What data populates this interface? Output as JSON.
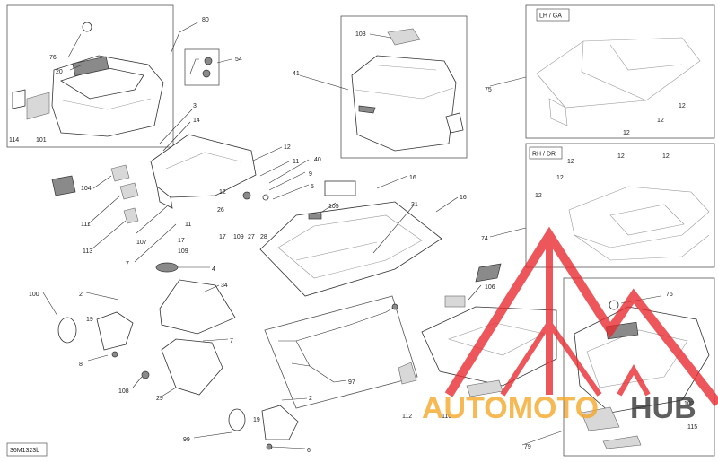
{
  "diagram": {
    "code": "36M1323b",
    "box_labels": {
      "lh_ga": "LH / GA",
      "rh_dr": "RH / DR"
    },
    "callouts": [
      {
        "id": "c80",
        "text": "80"
      },
      {
        "id": "c76a",
        "text": "76"
      },
      {
        "id": "c20",
        "text": "20"
      },
      {
        "id": "c114",
        "text": "114"
      },
      {
        "id": "c101",
        "text": "101"
      },
      {
        "id": "c54",
        "text": "54"
      },
      {
        "id": "c3",
        "text": "3"
      },
      {
        "id": "c14",
        "text": "14"
      },
      {
        "id": "c12a",
        "text": "12"
      },
      {
        "id": "c11a",
        "text": "11"
      },
      {
        "id": "c40",
        "text": "40"
      },
      {
        "id": "c9",
        "text": "9"
      },
      {
        "id": "c5",
        "text": "5"
      },
      {
        "id": "c104",
        "text": "104"
      },
      {
        "id": "c12b",
        "text": "12"
      },
      {
        "id": "c111",
        "text": "111"
      },
      {
        "id": "c26",
        "text": "26"
      },
      {
        "id": "c11b",
        "text": "11"
      },
      {
        "id": "c113",
        "text": "113"
      },
      {
        "id": "c107",
        "text": "107"
      },
      {
        "id": "c17a",
        "text": "17"
      },
      {
        "id": "c109a",
        "text": "109"
      },
      {
        "id": "c17b",
        "text": "17"
      },
      {
        "id": "c109b",
        "text": "109"
      },
      {
        "id": "c27",
        "text": "27"
      },
      {
        "id": "c28",
        "text": "28"
      },
      {
        "id": "c7a",
        "text": "7"
      },
      {
        "id": "c4",
        "text": "4"
      },
      {
        "id": "c34",
        "text": "34"
      },
      {
        "id": "c100",
        "text": "100"
      },
      {
        "id": "c2a",
        "text": "2"
      },
      {
        "id": "c19a",
        "text": "19"
      },
      {
        "id": "c8a",
        "text": "8"
      },
      {
        "id": "c7b",
        "text": "7"
      },
      {
        "id": "c108",
        "text": "108"
      },
      {
        "id": "c29",
        "text": "29"
      },
      {
        "id": "c103",
        "text": "103"
      },
      {
        "id": "c41",
        "text": "41"
      },
      {
        "id": "c16a",
        "text": "16"
      },
      {
        "id": "c105",
        "text": "105"
      },
      {
        "id": "c31",
        "text": "31"
      },
      {
        "id": "c16b",
        "text": "16"
      },
      {
        "id": "c97",
        "text": "97"
      },
      {
        "id": "c2b",
        "text": "2"
      },
      {
        "id": "c19b",
        "text": "19"
      },
      {
        "id": "c99",
        "text": "99"
      },
      {
        "id": "c6",
        "text": "6"
      },
      {
        "id": "c75",
        "text": "75"
      },
      {
        "id": "c12c",
        "text": "12"
      },
      {
        "id": "c12d",
        "text": "12"
      },
      {
        "id": "c12e",
        "text": "12"
      },
      {
        "id": "c12f",
        "text": "12"
      },
      {
        "id": "c12g",
        "text": "12"
      },
      {
        "id": "c74",
        "text": "74"
      },
      {
        "id": "c12h",
        "text": "12"
      },
      {
        "id": "c12i",
        "text": "12"
      },
      {
        "id": "c12j",
        "text": "12"
      },
      {
        "id": "c106",
        "text": "106"
      },
      {
        "id": "c76b",
        "text": "76"
      },
      {
        "id": "c112",
        "text": "112"
      },
      {
        "id": "c110",
        "text": "110"
      },
      {
        "id": "c102",
        "text": "102"
      },
      {
        "id": "c115",
        "text": "115"
      },
      {
        "id": "c79",
        "text": "79"
      }
    ]
  },
  "watermark": {
    "text_a": "AUTOMOTO",
    "text_b": "HUB",
    "color_red": "#e8292e",
    "color_orange": "#f5a623",
    "color_dark": "#333333"
  }
}
